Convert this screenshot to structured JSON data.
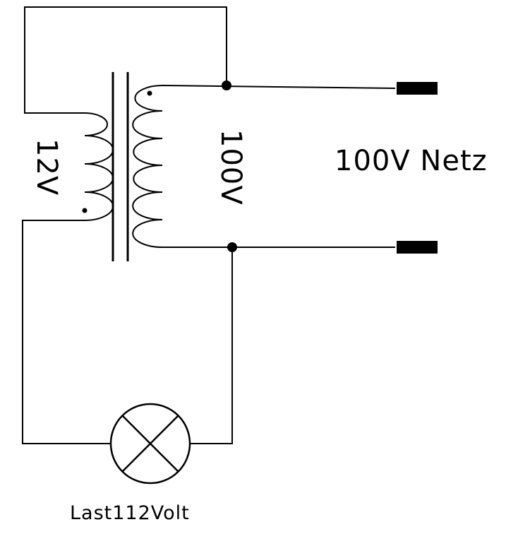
{
  "labels": {
    "secondary_voltage": "12V",
    "primary_voltage": "100V",
    "mains": "100V Netz",
    "load": "Last112Volt"
  }
}
